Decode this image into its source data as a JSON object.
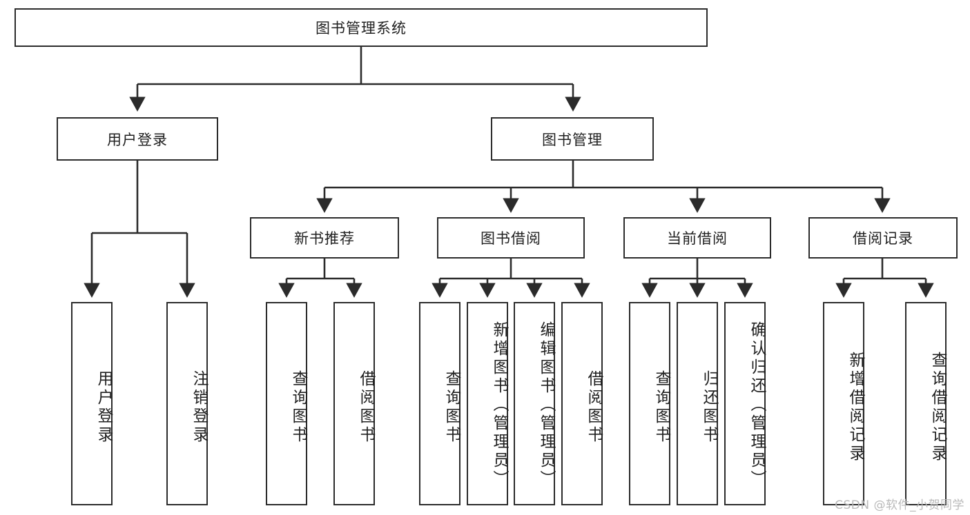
{
  "diagram": {
    "type": "tree",
    "title": "图书管理系统",
    "root": {
      "label": "图书管理系统"
    },
    "level2": [
      {
        "label": "用户登录"
      },
      {
        "label": "图书管理"
      }
    ],
    "level3": [
      {
        "label": "新书推荐"
      },
      {
        "label": "图书借阅"
      },
      {
        "label": "当前借阅"
      },
      {
        "label": "借阅记录"
      }
    ],
    "leaves": {
      "user_login": [
        {
          "label": "用户登录"
        },
        {
          "label": "注销登录"
        }
      ],
      "new_book_recommend": [
        {
          "label": "查询图书"
        },
        {
          "label": "借阅图书"
        }
      ],
      "book_borrow": [
        {
          "label": "查询图书"
        },
        {
          "label": "新增图书（管理员）"
        },
        {
          "label": "编辑图书（管理员）"
        },
        {
          "label": "借阅图书"
        }
      ],
      "current_borrow": [
        {
          "label": "查询图书"
        },
        {
          "label": "归还图书"
        },
        {
          "label": "确认归还（管理员）"
        }
      ],
      "borrow_record": [
        {
          "label": "新增借阅记录"
        },
        {
          "label": "查询借阅记录"
        }
      ]
    }
  },
  "watermark": {
    "text": "CSDN @软件_小贺同学"
  },
  "colors": {
    "stroke": "#2b2b2b",
    "background": "#ffffff",
    "text": "#1f1f1f",
    "watermark": "#b9b9b9"
  }
}
